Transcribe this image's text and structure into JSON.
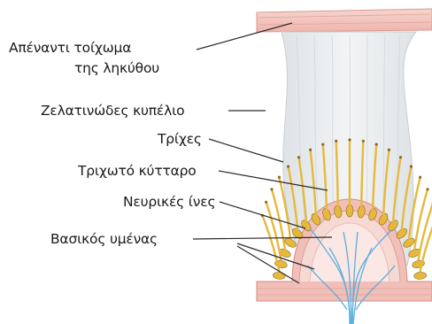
{
  "labels": {
    "opposite_wall_line1": "Απέναντι τοίχωμα",
    "opposite_wall_line2": "της ληκύθου",
    "gelatinous_cupula": "Ζελατινώδες κυπέλιο",
    "hairs": "Τρίχες",
    "hair_cell": "Τριχωτό κύτταρο",
    "nerve_fibers": "Νευρικές ίνες",
    "basilar_membrane": "Βασικός υμένας"
  },
  "colors": {
    "wall_pink": "#f3c7c0",
    "wall_line": "#d99a92",
    "cupula": "#e9ecef",
    "hair_yellow": "#e6b93c",
    "hair_brown": "#8a6a2a",
    "nerve_blue": "#5aaee0",
    "leader_line": "#2b2b2b"
  }
}
